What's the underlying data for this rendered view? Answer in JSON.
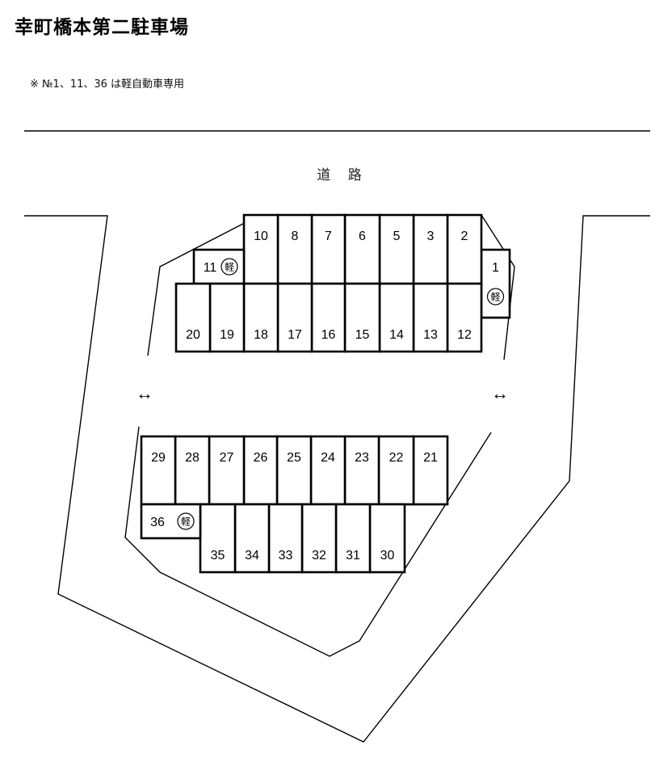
{
  "title": "幸町橋本第二駐車場",
  "note": "※ №1、11、36 は軽自動車専用",
  "road_label": "道 路",
  "kei_mark": "軽",
  "kei_only_spaces": [
    "1",
    "11",
    "36"
  ],
  "spaces": [
    "1",
    "2",
    "3",
    "5",
    "6",
    "7",
    "8",
    "10",
    "11",
    "12",
    "13",
    "14",
    "15",
    "16",
    "17",
    "18",
    "19",
    "20",
    "21",
    "22",
    "23",
    "24",
    "25",
    "26",
    "27",
    "28",
    "29",
    "30",
    "31",
    "32",
    "33",
    "34",
    "35",
    "36"
  ],
  "arrow_symbol": "↔"
}
